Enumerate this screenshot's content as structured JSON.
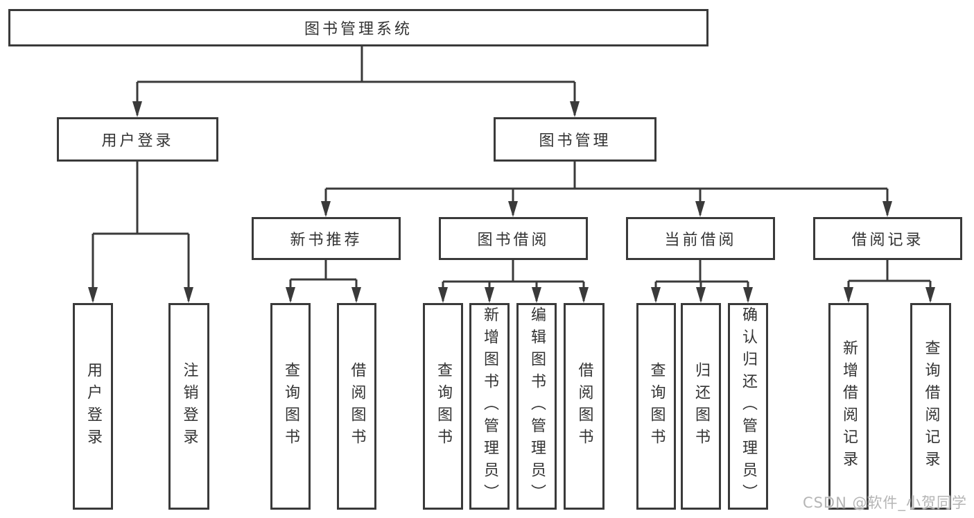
{
  "tree": {
    "root": {
      "label": "图书管理系统"
    },
    "children": [
      {
        "label": "用户登录",
        "children": [
          {
            "label": "用户登录"
          },
          {
            "label": "注销登录"
          }
        ]
      },
      {
        "label": "图书管理",
        "children": [
          {
            "label": "新书推荐",
            "children": [
              {
                "label": "查询图书"
              },
              {
                "label": "借阅图书"
              }
            ]
          },
          {
            "label": "图书借阅",
            "children": [
              {
                "label": "查询图书"
              },
              {
                "label": "新增图书（管理员）"
              },
              {
                "label": "编辑图书（管理员）"
              },
              {
                "label": "借阅图书"
              }
            ]
          },
          {
            "label": "当前借阅",
            "children": [
              {
                "label": "查询图书"
              },
              {
                "label": "归还图书"
              },
              {
                "label": "确认归还（管理员）"
              }
            ]
          },
          {
            "label": "借阅记录",
            "children": [
              {
                "label": "新增借阅记录"
              },
              {
                "label": "查询借阅记录"
              }
            ]
          }
        ]
      }
    ]
  },
  "watermark": {
    "text": "CSDN @软件_小贺同学"
  },
  "colors": {
    "line": "#3a3a3a",
    "text": "#333333",
    "bg": "#ffffff",
    "watermark": "#b5b5b5"
  }
}
